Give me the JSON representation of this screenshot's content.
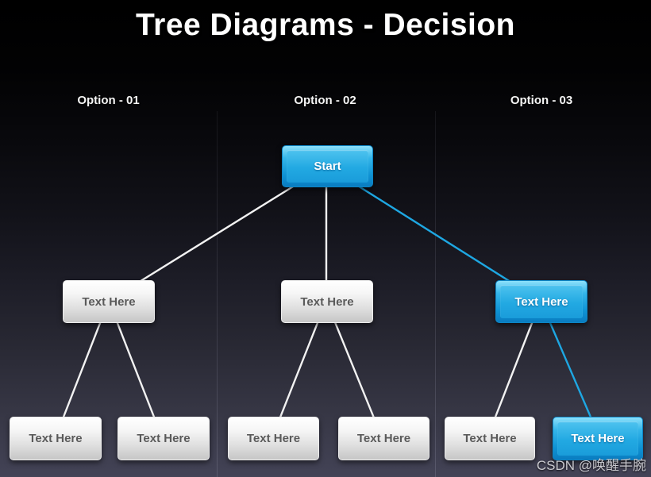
{
  "title": "Tree Diagrams - Decision",
  "columns": [
    {
      "label": "Option - 01"
    },
    {
      "label": "Option - 02"
    },
    {
      "label": "Option - 03"
    }
  ],
  "nodes": {
    "root": {
      "label": "Start",
      "variant": "highlight"
    },
    "middle": [
      {
        "label": "Text Here",
        "variant": "default"
      },
      {
        "label": "Text Here",
        "variant": "default"
      },
      {
        "label": "Text Here",
        "variant": "highlight"
      }
    ],
    "bottom": [
      {
        "label": "Text Here",
        "variant": "default"
      },
      {
        "label": "Text Here",
        "variant": "default"
      },
      {
        "label": "Text Here",
        "variant": "default"
      },
      {
        "label": "Text Here",
        "variant": "default"
      },
      {
        "label": "Text Here",
        "variant": "default"
      },
      {
        "label": "Text Here",
        "variant": "highlight"
      }
    ]
  },
  "colors": {
    "edge_default": "#f2f2f2",
    "edge_highlight": "#1ea7e2",
    "node_highlight_blue": "#1b9fde",
    "background_top": "#000000",
    "background_bottom": "#434356"
  },
  "watermark": {
    "text": "CSDN @唤醒手腕"
  }
}
